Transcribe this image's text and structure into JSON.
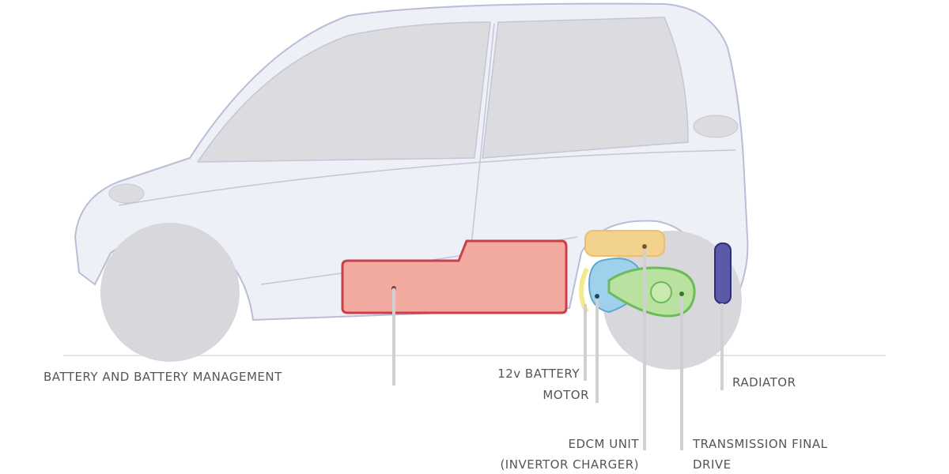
{
  "labels": {
    "battery": "BATTERY AND BATTERY MANAGEMENT",
    "battery_12v": "12v BATTERY",
    "motor": "MOTOR",
    "edcm_line1": "EDCM UNIT",
    "edcm_line2": "(INVERTOR CHARGER)",
    "transmission_line1": "TRANSMISSION FINAL",
    "transmission_line2": "DRIVE",
    "radiator": "RADIATOR"
  },
  "colors": {
    "battery": "#f2a9a0",
    "battery_border": "#c8414a",
    "battery_12v": "#f3d28e",
    "motor": "#9fd0ec",
    "transmission": "#b9e2a0",
    "radiator": "#5a5aa8",
    "body": "#eef0f8",
    "wheel": "#d8d8dc"
  }
}
